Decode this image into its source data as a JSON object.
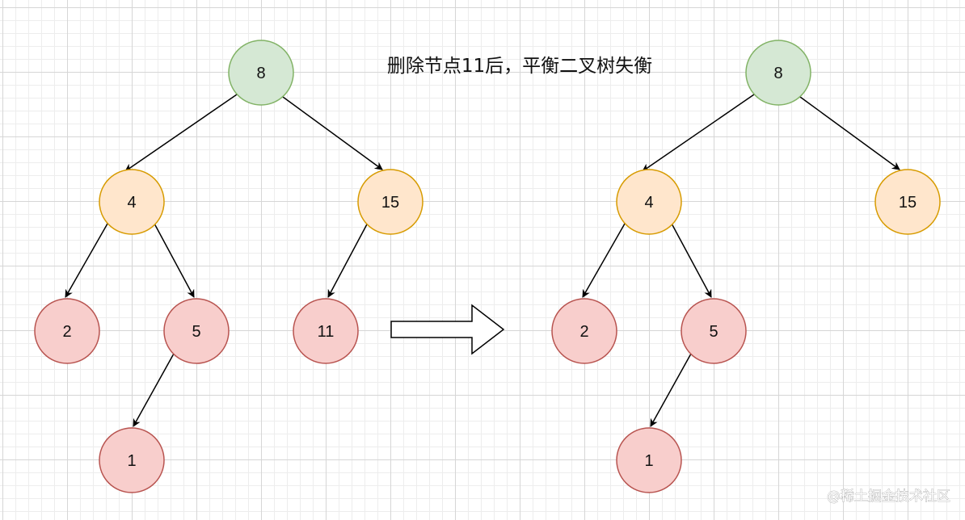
{
  "title": "删除节点11后，平衡二叉树失衡",
  "watermark": "@稀土掘金技术社区",
  "colors": {
    "green_fill": "#d5e8d4",
    "green_stroke": "#82b366",
    "orange_fill": "#ffe6cc",
    "orange_stroke": "#d79b00",
    "red_fill": "#f8cecc",
    "red_stroke": "#b85450",
    "edge": "#000000"
  },
  "trees": [
    {
      "id": "before",
      "nodes": [
        {
          "key": "n8",
          "label": "8",
          "style": "green"
        },
        {
          "key": "n4",
          "label": "4",
          "style": "orange"
        },
        {
          "key": "n15",
          "label": "15",
          "style": "orange"
        },
        {
          "key": "n2",
          "label": "2",
          "style": "red"
        },
        {
          "key": "n5",
          "label": "5",
          "style": "red"
        },
        {
          "key": "n11",
          "label": "11",
          "style": "red"
        },
        {
          "key": "n1",
          "label": "1",
          "style": "red"
        }
      ],
      "edges": [
        {
          "from": "n8",
          "to": "n4"
        },
        {
          "from": "n8",
          "to": "n15"
        },
        {
          "from": "n4",
          "to": "n2"
        },
        {
          "from": "n4",
          "to": "n5"
        },
        {
          "from": "n15",
          "to": "n11"
        },
        {
          "from": "n5",
          "to": "n1"
        }
      ]
    },
    {
      "id": "after",
      "nodes": [
        {
          "key": "n8",
          "label": "8",
          "style": "green"
        },
        {
          "key": "n4",
          "label": "4",
          "style": "orange"
        },
        {
          "key": "n15",
          "label": "15",
          "style": "orange"
        },
        {
          "key": "n2",
          "label": "2",
          "style": "red"
        },
        {
          "key": "n5",
          "label": "5",
          "style": "red"
        },
        {
          "key": "n1",
          "label": "1",
          "style": "red"
        }
      ],
      "edges": [
        {
          "from": "n8",
          "to": "n4"
        },
        {
          "from": "n8",
          "to": "n15"
        },
        {
          "from": "n4",
          "to": "n2"
        },
        {
          "from": "n4",
          "to": "n5"
        },
        {
          "from": "n5",
          "to": "n1"
        }
      ]
    }
  ]
}
